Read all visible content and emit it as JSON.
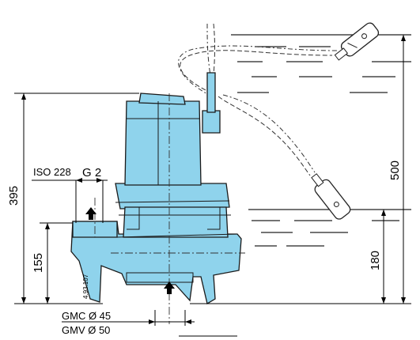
{
  "dimensions": {
    "overall_height": "395",
    "discharge_height": "155",
    "start_level": "500",
    "stop_level": "180"
  },
  "labels": {
    "thread_standard": "ISO 228",
    "thread_size": "G 2",
    "gmc": "GMC Ø 45",
    "gmv": "GMV Ø 50",
    "drawing_code": "4.93.107"
  },
  "colors": {
    "pump_body": "#8fd3ec",
    "outline": "#1a1a1a",
    "water_line": "#222222"
  }
}
